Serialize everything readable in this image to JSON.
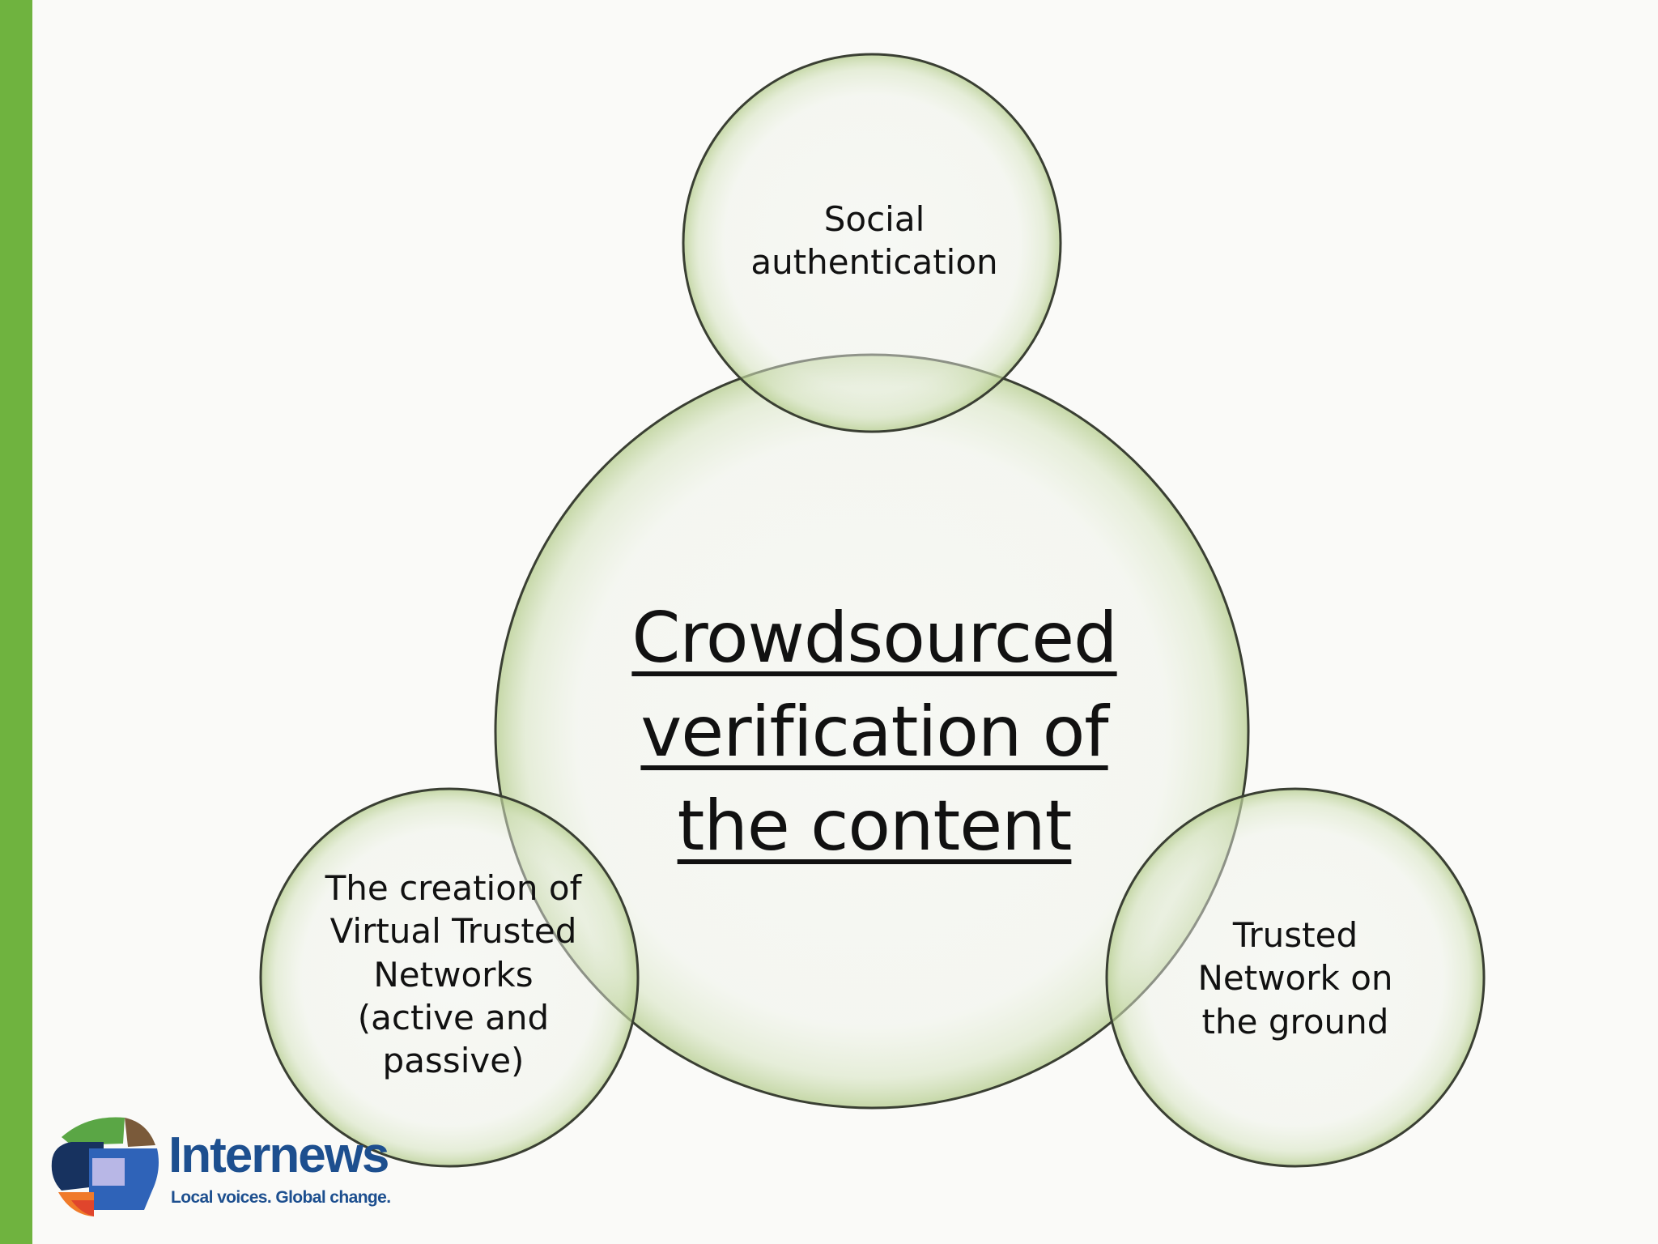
{
  "slide": {
    "accent_bar_color": "#6fb33f",
    "center": {
      "title": "Crowdsourced\nverification of\nthe content"
    },
    "bubbles": [
      {
        "label": "Social\nauthentication"
      },
      {
        "label": "The creation of\nVirtual Trusted\nNetworks\n(active and\npassive)"
      },
      {
        "label": "Trusted\nNetwork on\nthe ground"
      }
    ],
    "logo": {
      "name": "Internews",
      "tagline": "Local voices. Global change.",
      "brand_color": "#1d4f8f"
    }
  }
}
